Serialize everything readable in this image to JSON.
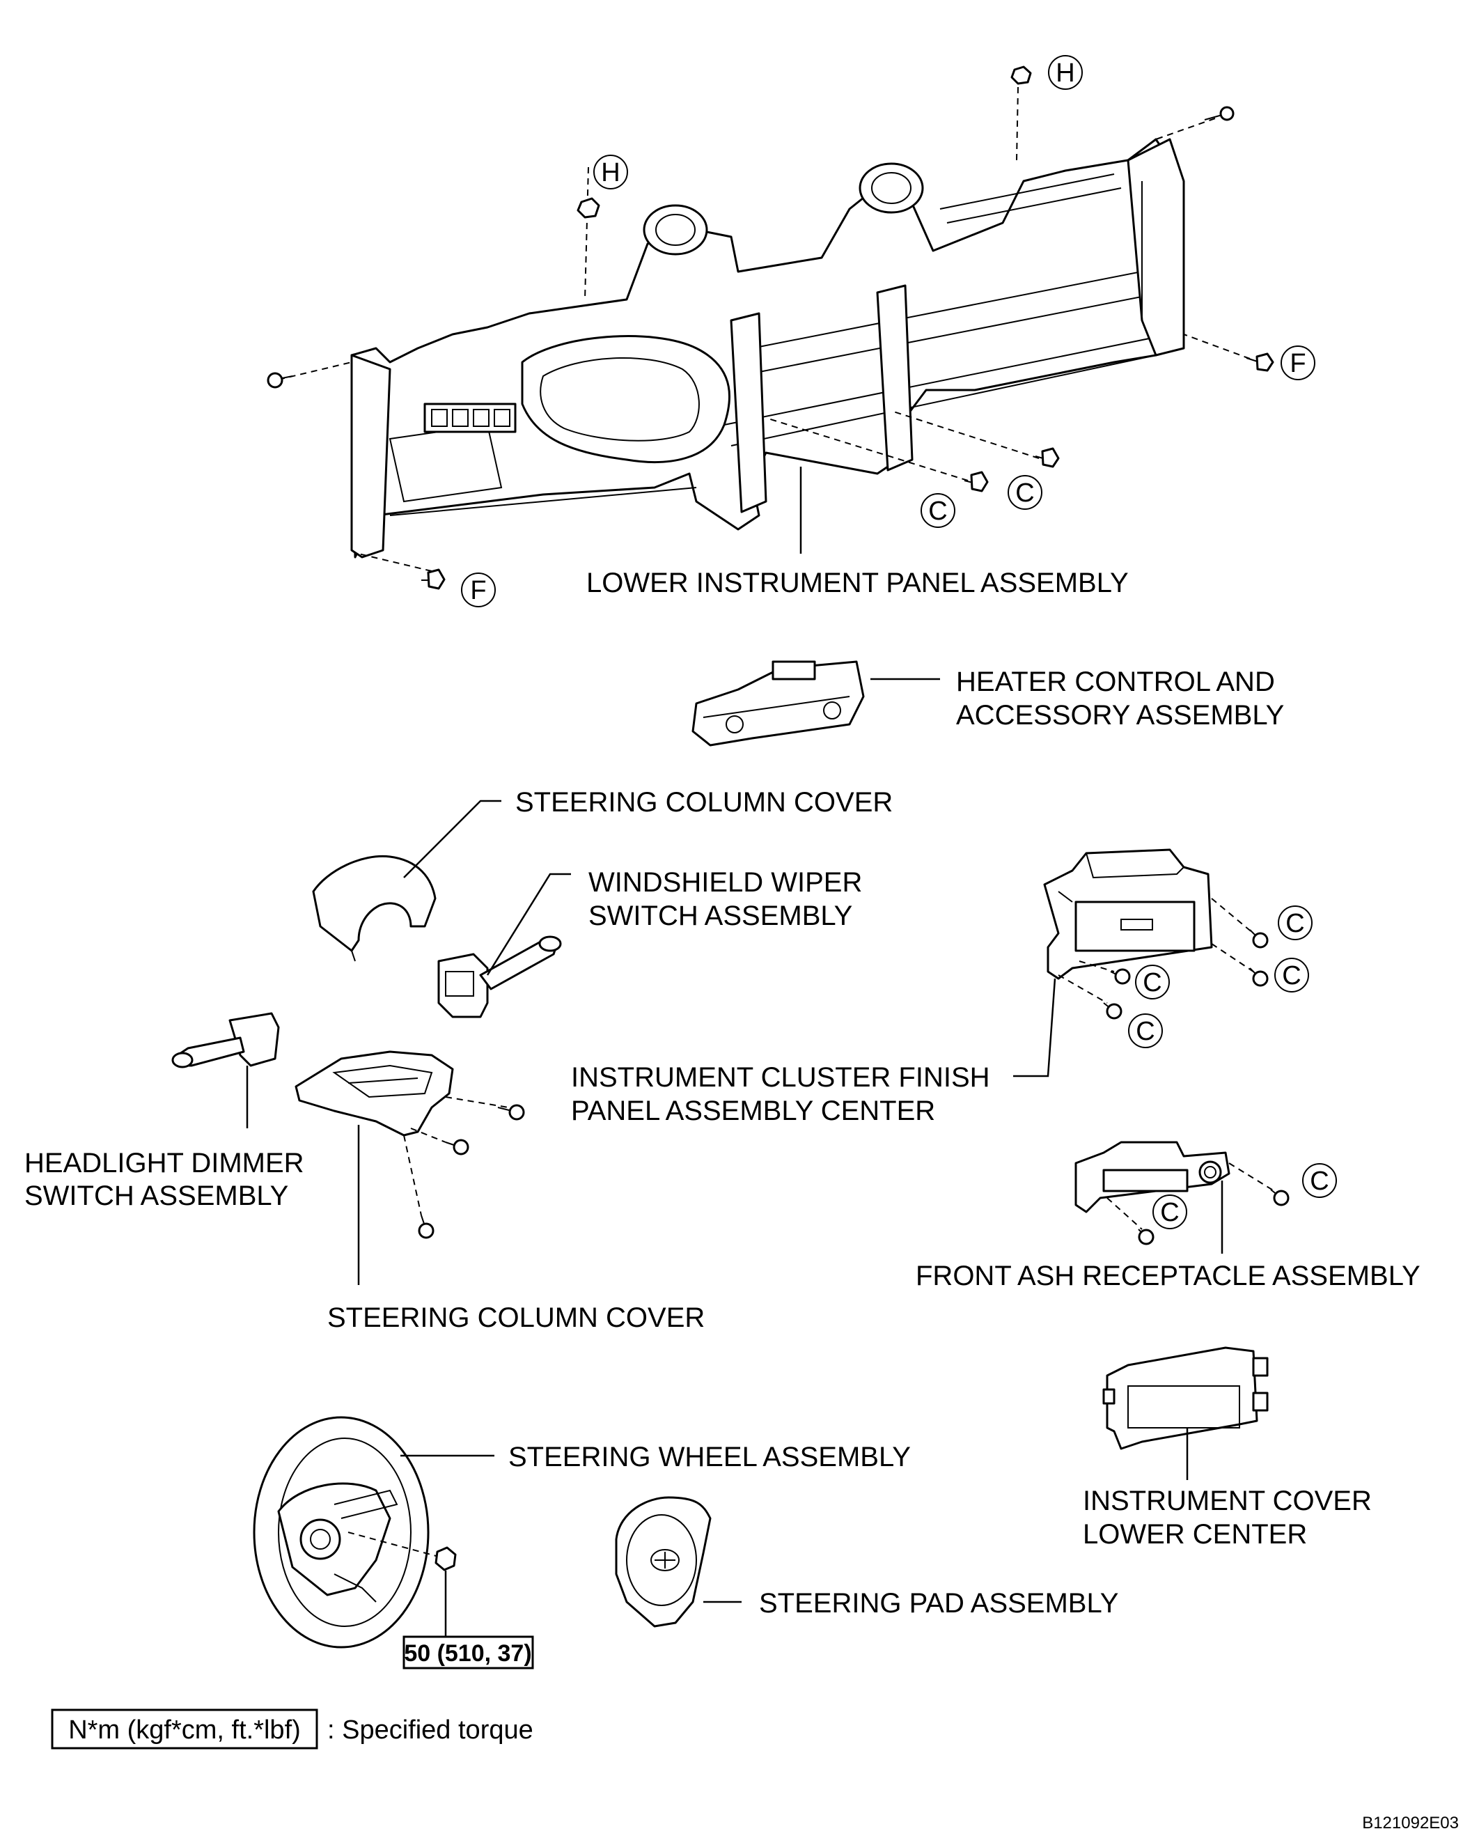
{
  "labels": {
    "lower_panel": "LOWER INSTRUMENT PANEL ASSEMBLY",
    "heater_1": "HEATER CONTROL AND",
    "heater_2": "ACCESSORY ASSEMBLY",
    "column_cover_top": "STEERING COLUMN COVER",
    "wiper_1": "WINDSHIELD WIPER",
    "wiper_2": "SWITCH ASSEMBLY",
    "headlight_1": "HEADLIGHT DIMMER",
    "headlight_2": "SWITCH ASSEMBLY",
    "cluster_1": "INSTRUMENT CLUSTER FINISH",
    "cluster_2": "PANEL ASSEMBLY CENTER",
    "column_cover_bottom": "STEERING COLUMN COVER",
    "ash": "FRONT ASH RECEPTACLE ASSEMBLY",
    "wheel": "STEERING WHEEL ASSEMBLY",
    "cover_lower_1": "INSTRUMENT COVER",
    "cover_lower_2": "LOWER CENTER",
    "pad": "STEERING PAD ASSEMBLY"
  },
  "fastener_codes": {
    "H": "H",
    "F": "F",
    "C": "C"
  },
  "torque": {
    "value": "50 (510, 37)",
    "legend_box": "N*m (kgf*cm, ft.*lbf)",
    "legend_text": ": Specified torque"
  },
  "figure_id": "B121092E03"
}
